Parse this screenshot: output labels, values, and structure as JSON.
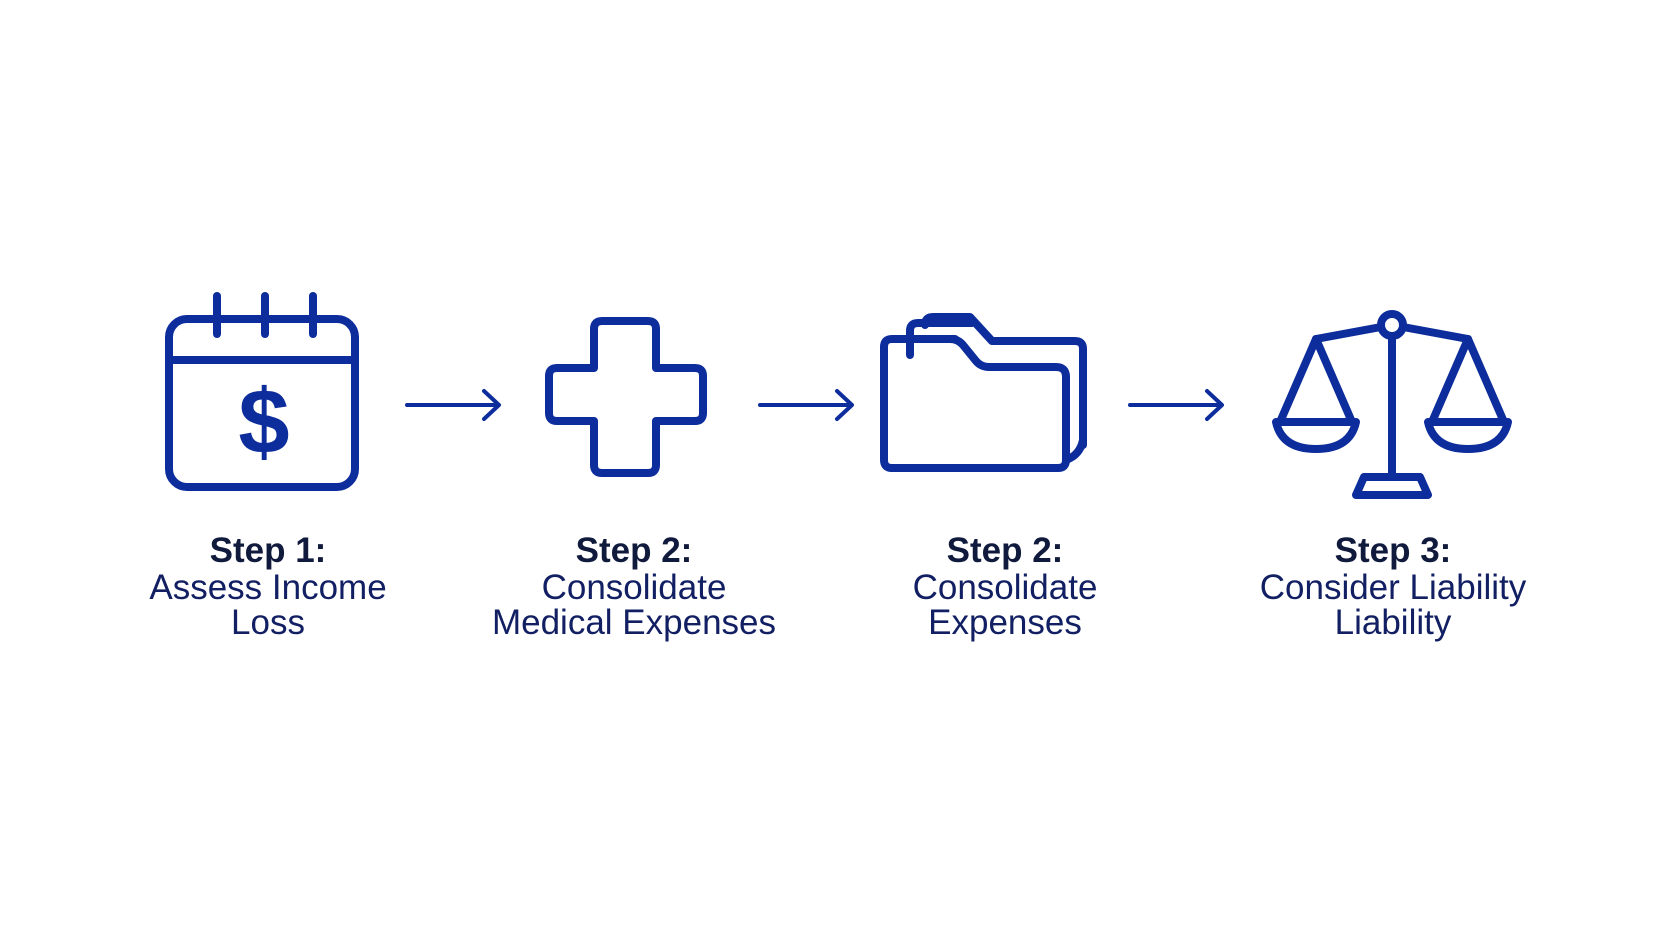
{
  "steps": [
    {
      "title": "Step 1:",
      "line1": "Assess Income",
      "line2": "Loss",
      "icon": "calendar-dollar-icon",
      "icon_glyph": "$"
    },
    {
      "title": "Step 2:",
      "line1": "Consolidate",
      "line2": "Medical Expenses",
      "icon": "medical-cross-icon"
    },
    {
      "title": "Step 2:",
      "line1": "Consolidate",
      "line2": "Expenses",
      "icon": "folder-documents-icon"
    },
    {
      "title": "Step 3:",
      "line1": "Consider Liability",
      "line2": "Liability",
      "icon": "scales-of-justice-icon"
    }
  ],
  "connectors": [
    "arrow-right-icon",
    "arrow-right-icon",
    "arrow-right-icon"
  ],
  "colors": {
    "icon": "#0d2d9c",
    "title": "#101a3c",
    "text": "#122063",
    "background": "#ffffff"
  }
}
